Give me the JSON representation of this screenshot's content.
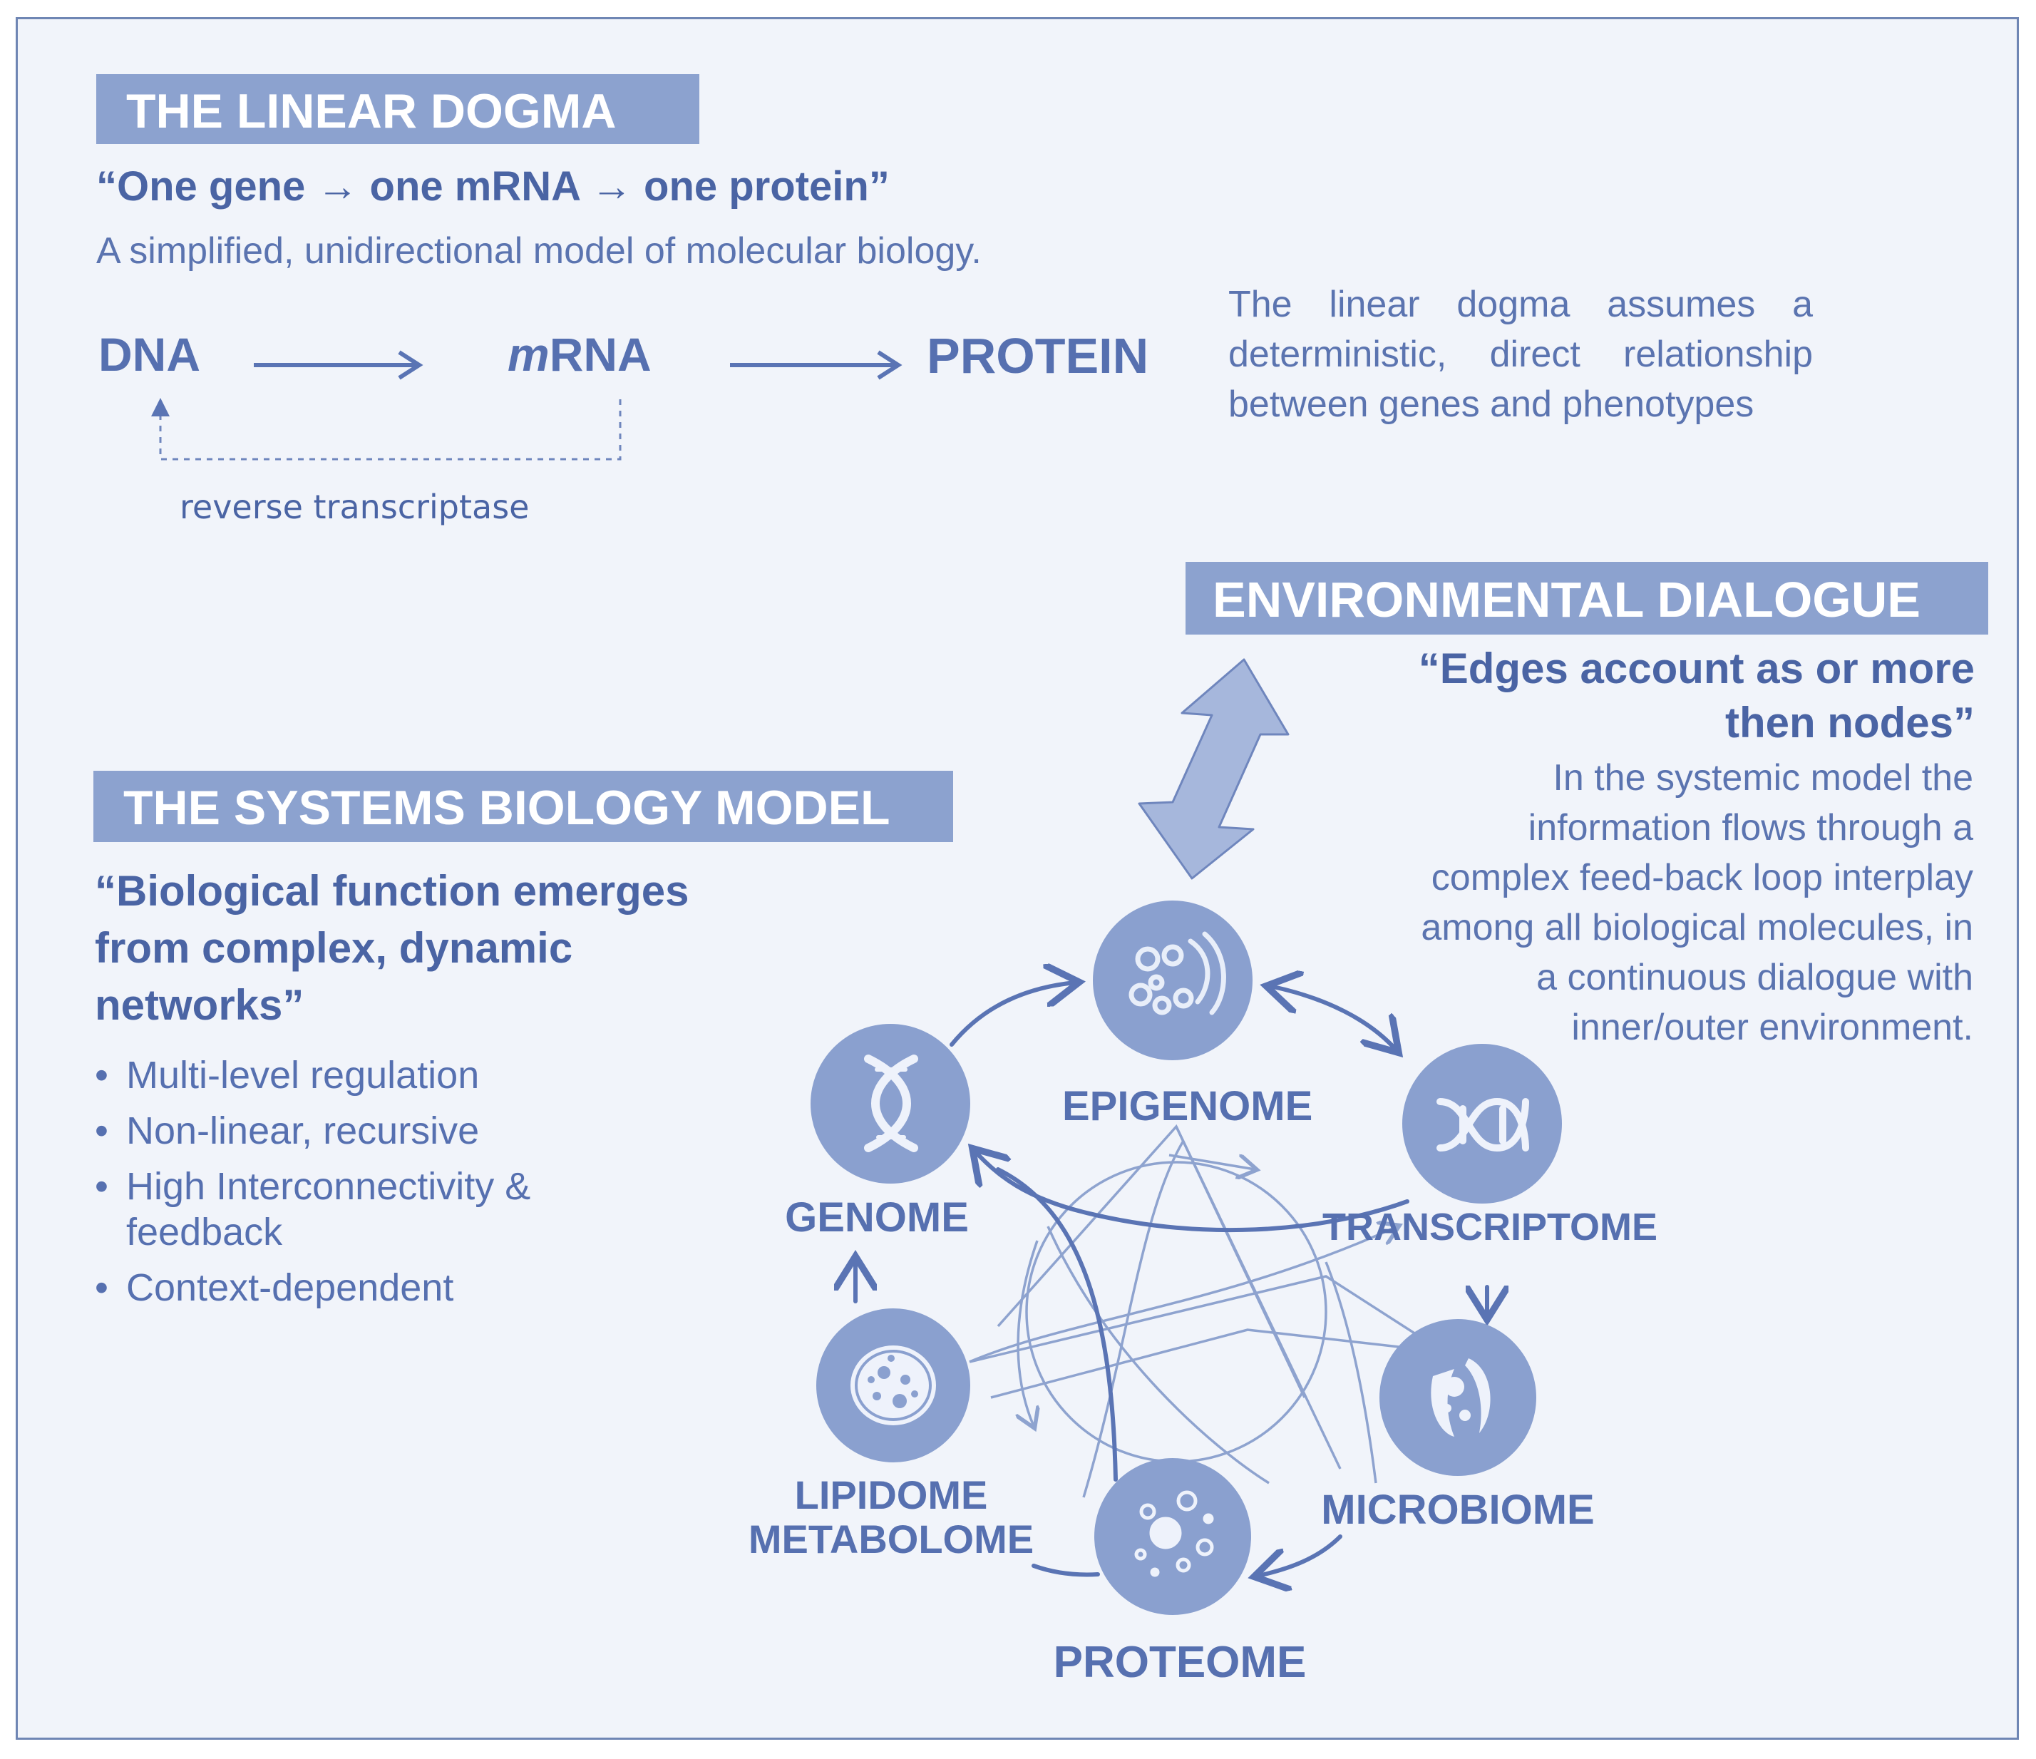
{
  "linear_dogma": {
    "title": "THE LINEAR DOGMA",
    "quote": "“One gene → one mRNA → one protein”",
    "subtitle": "A simplified, unidirectional model of molecular biology.",
    "flow": {
      "dna": "DNA",
      "mrna_prefix": "m",
      "mrna_suffix": "RNA",
      "protein": "PROTEIN",
      "reverse_label": "reverse transcriptase"
    },
    "description": "The linear dogma assumes a deterministic, direct relationship between genes and phenotypes"
  },
  "environmental_dialogue": {
    "title": "ENVIRONMENTAL DIALOGUE",
    "quote_line1": "“Edges account as or more",
    "quote_line2": "then nodes”",
    "description_lines": [
      "In the systemic model the",
      "information flows through a",
      "complex feed-back loop interplay",
      "among all biological molecules, in",
      "a continuous dialogue with",
      "inner/outer environment."
    ]
  },
  "systems_biology": {
    "title": "THE SYSTEMS BIOLOGY MODEL",
    "quote": "“Biological function emerges from complex, dynamic networks”",
    "bullets": [
      "Multi-level regulation",
      "Non-linear, recursive",
      "High Interconnectivity & feedback",
      "Context-dependent"
    ]
  },
  "network": {
    "nodes": [
      {
        "label": "EPIGENOME",
        "icon": "chromatin-icon"
      },
      {
        "label": "TRANSCRIPTOME",
        "icon": "rna-strand-icon"
      },
      {
        "label": "MICROBIOME",
        "icon": "microbe-icon"
      },
      {
        "label": "PROTEOME",
        "icon": "protein-bubbles-icon"
      },
      {
        "label": "LIPIDOME",
        "label2": "METABOLOME",
        "icon": "cell-icon"
      },
      {
        "label": "GENOME",
        "icon": "dna-helix-icon"
      }
    ]
  },
  "colors": {
    "background": "#f1f4fa",
    "banner": "#8ca2cf",
    "text_dark": "#4a64a4",
    "text_body": "#5b74b0",
    "node_fill": "#8aa0cf",
    "line": "#5a74b4"
  }
}
